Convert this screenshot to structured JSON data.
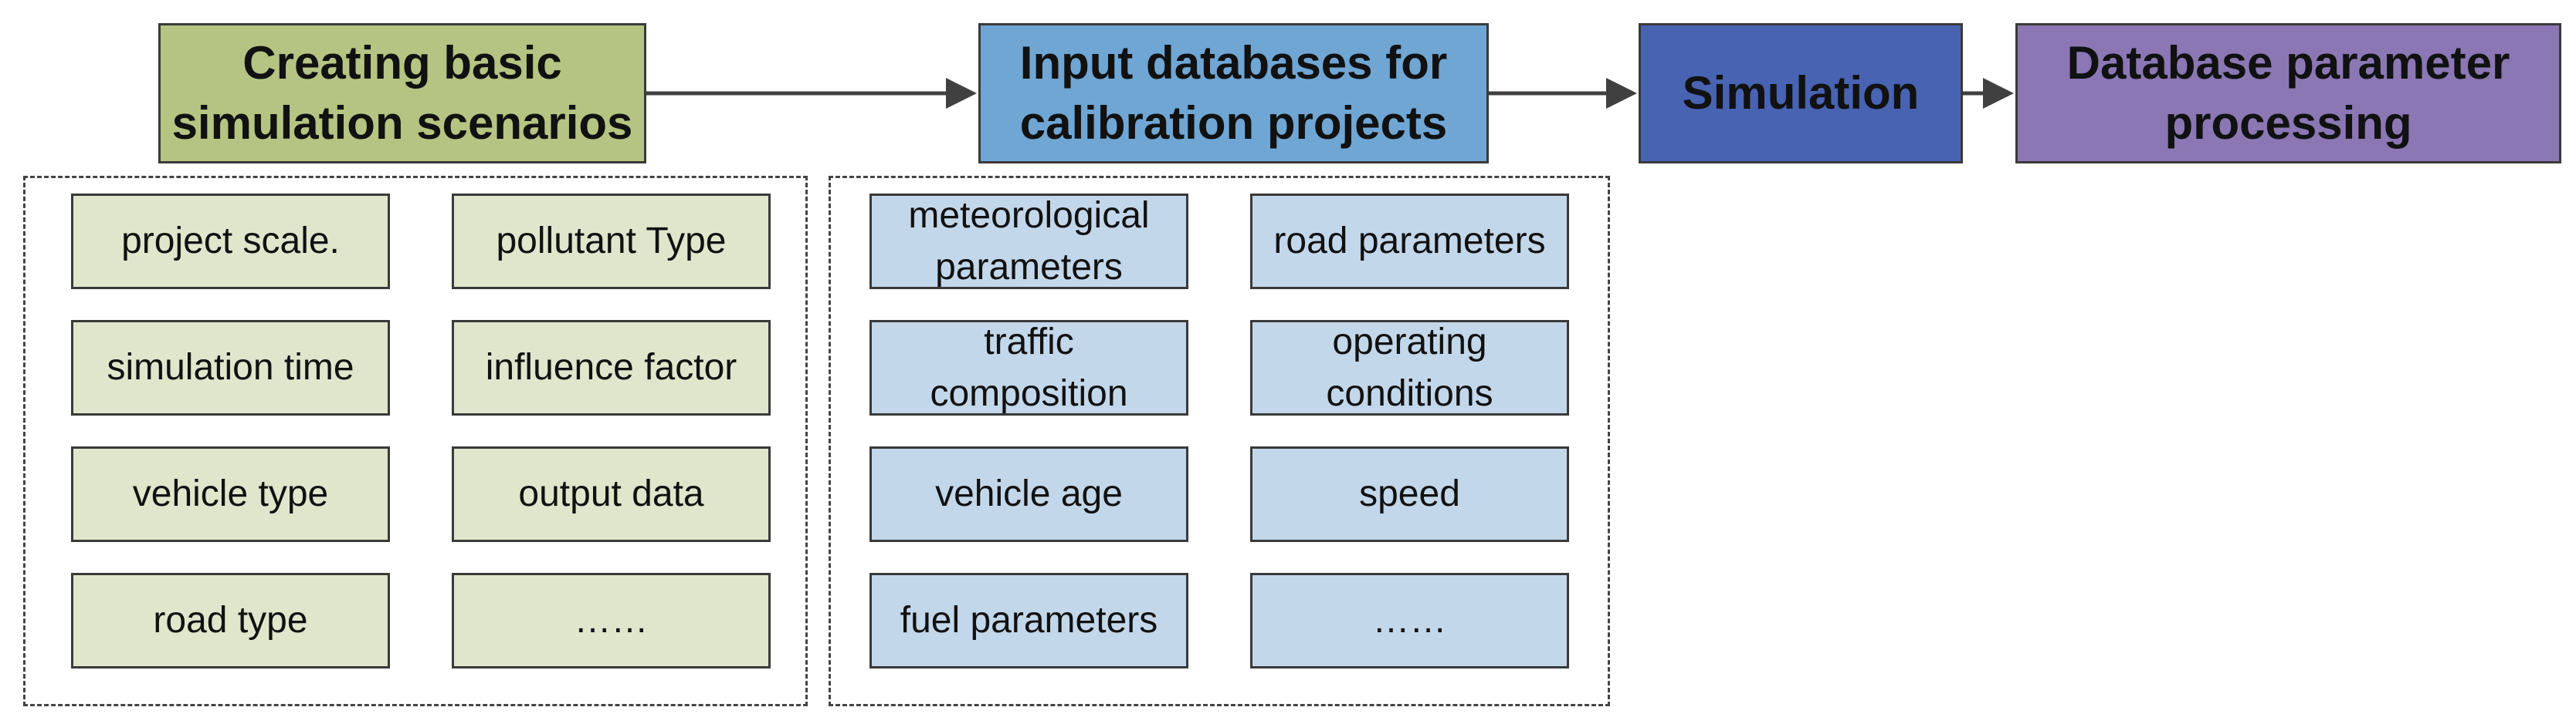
{
  "steps": [
    {
      "label": "Creating basic simulation scenarios"
    },
    {
      "label": "Input databases for calibration projects"
    },
    {
      "label": "Simulation"
    },
    {
      "label": "Database parameter processing"
    }
  ],
  "scenario_items": [
    "project scale.",
    "pollutant Type",
    "simulation time",
    "influence factor",
    "vehicle type",
    "output data",
    "road type",
    "……"
  ],
  "database_items": [
    "meteorological parameters",
    "road parameters",
    "traffic composition",
    "operating conditions",
    "vehicle age",
    "speed",
    "fuel parameters",
    "……"
  ],
  "colors": {
    "step1": "#b5c482",
    "step2": "#6fa6d4",
    "step3": "#4863b1",
    "step4": "#8a77b4",
    "scenario_item": "#dfe6cc",
    "database_item": "#c3d7ea",
    "arrow": "#404040"
  }
}
